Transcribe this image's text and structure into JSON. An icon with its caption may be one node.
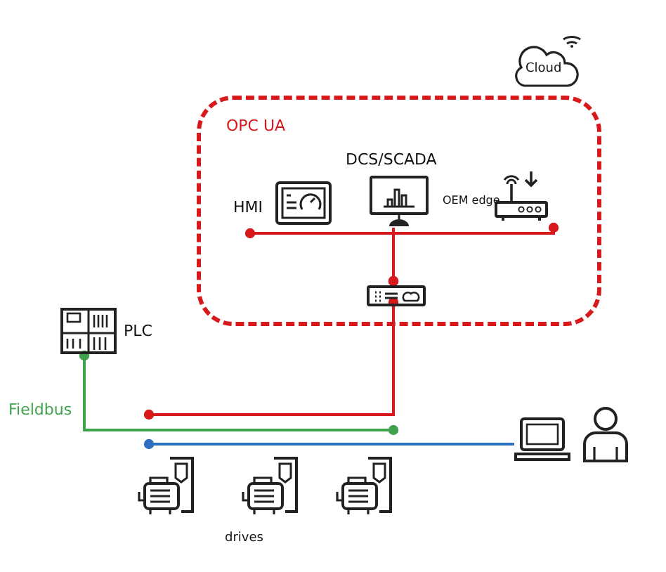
{
  "diagram": {
    "nodes": [
      {
        "text": [
          "Cloud"
        ]
      },
      {
        "text": [
          "OPC UA"
        ]
      },
      {
        "text": [
          "HMI"
        ],
        "in": 1
      },
      {
        "text": [
          "DCS/SCADA"
        ],
        "in": 1
      },
      {
        "text": [
          "OEM edge"
        ],
        "in": 1
      },
      {
        "text": [],
        "shape": "box",
        "in": 1
      },
      {
        "text": [
          "PLC"
        ]
      },
      {
        "text": [],
        "shape": "motor"
      },
      {
        "text": [],
        "shape": "motor"
      },
      {
        "text": [],
        "shape": "motor"
      },
      {
        "text": [],
        "shape": "laptop"
      },
      {
        "text": [],
        "shape": "person"
      }
    ],
    "edges": [
      {
        "from": 2,
        "to": 5,
        "arrow": "other"
      },
      {
        "from": 3,
        "to": 5,
        "arrow": "other"
      },
      {
        "from": 4,
        "to": 5,
        "arrow": "other"
      },
      {
        "from": 5,
        "to": 7,
        "arrow": "other"
      },
      {
        "from": 6,
        "to": 9,
        "arrow": "other",
        "color": "#3fa34d"
      },
      {
        "from": 10,
        "to": 7,
        "arrow": "other",
        "color": "#2f6fc0"
      }
    ],
    "labels": [
      "Fieldbus",
      "drives"
    ]
  }
}
